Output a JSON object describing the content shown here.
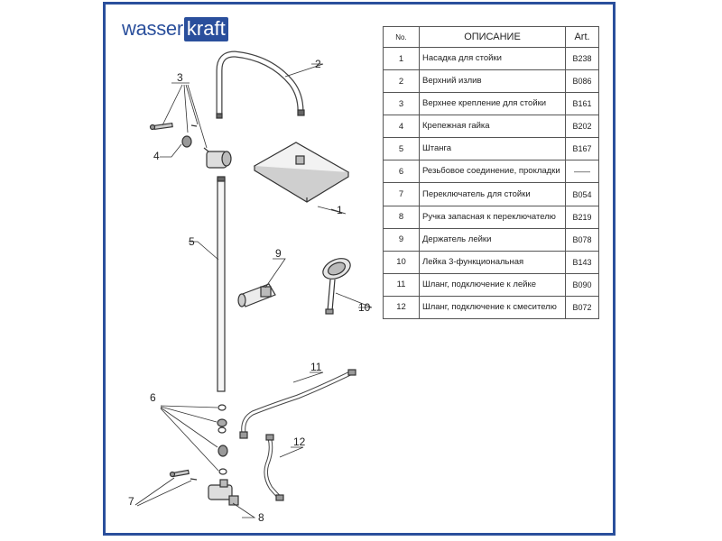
{
  "brand": {
    "part1": "wasser",
    "part2": "kraft",
    "color": "#2a4f9c"
  },
  "table": {
    "headers": {
      "no": "No.",
      "desc": "ОПИСАНИЕ",
      "art": "Art."
    },
    "rows": [
      {
        "no": "1",
        "desc": "Насадка для стойки",
        "art": "B238"
      },
      {
        "no": "2",
        "desc": "Верхний излив",
        "art": "B086"
      },
      {
        "no": "3",
        "desc": "Верхнее крепление для стойки",
        "art": "B161"
      },
      {
        "no": "4",
        "desc": "Крепежная гайка",
        "art": "B202"
      },
      {
        "no": "5",
        "desc": "Штанга",
        "art": "B167"
      },
      {
        "no": "6",
        "desc": "Резьбовое соединение, прокладки",
        "art": "——"
      },
      {
        "no": "7",
        "desc": "Переключатель для стойки",
        "art": "B054"
      },
      {
        "no": "8",
        "desc": "Ручка запасная к переключателю",
        "art": "B219"
      },
      {
        "no": "9",
        "desc": "Держатель лейки",
        "art": "B078"
      },
      {
        "no": "10",
        "desc": "Лейка 3-функциональная",
        "art": "B143"
      },
      {
        "no": "11",
        "desc": "Шланг, подключение к лейке",
        "art": "B090"
      },
      {
        "no": "12",
        "desc": "Шланг, подключение к смесителю",
        "art": "B072"
      }
    ]
  },
  "callouts": {
    "c1": "1",
    "c2": "2",
    "c3": "3",
    "c4": "4",
    "c5": "5",
    "c6": "6",
    "c7": "7",
    "c8": "8",
    "c9": "9",
    "c10": "10",
    "c11": "11",
    "c12": "12"
  }
}
